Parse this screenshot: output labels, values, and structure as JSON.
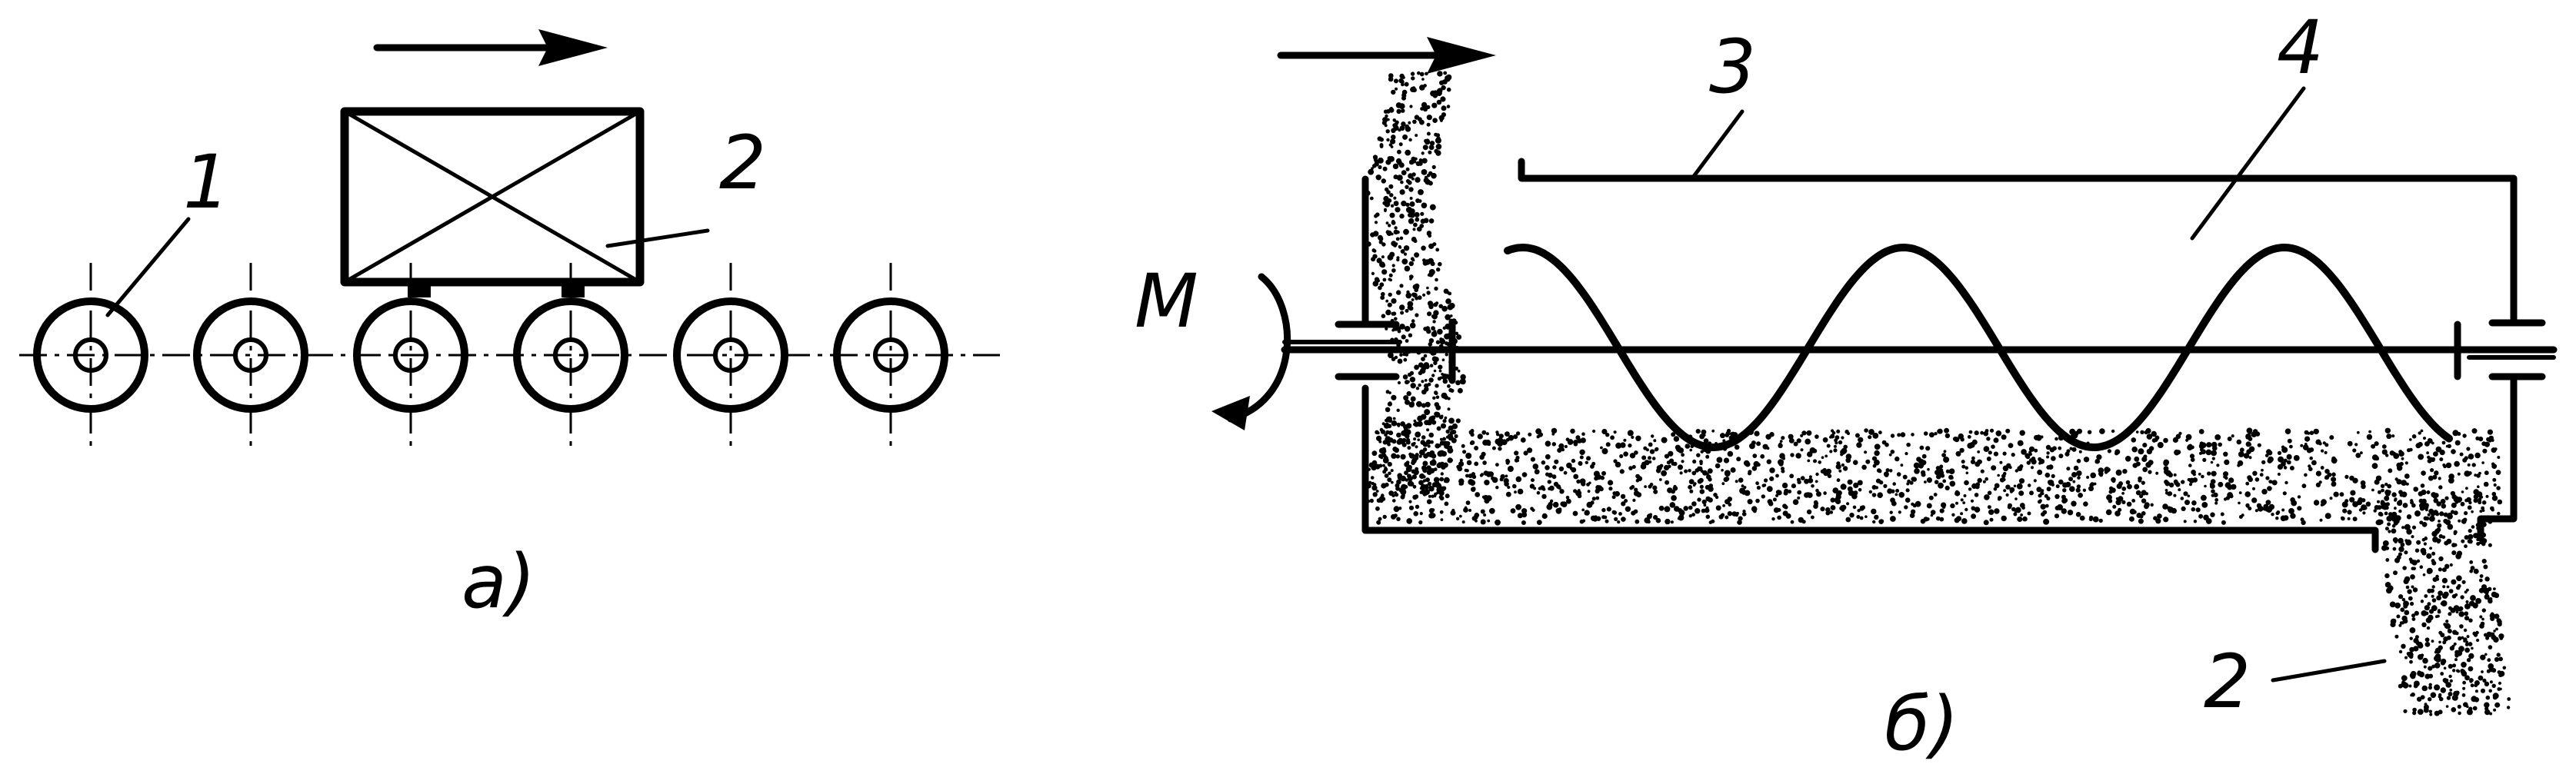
{
  "figure_a": {
    "caption": "а)",
    "label_rollers": "1",
    "label_load": "2",
    "roller_count": 6,
    "direction": "right"
  },
  "figure_b": {
    "caption": "б)",
    "label_torque": "M",
    "label_material": "2",
    "label_trough": "3",
    "label_screw": "4",
    "direction": "right"
  },
  "colors": {
    "ink": "#000000",
    "paper": "#ffffff"
  }
}
